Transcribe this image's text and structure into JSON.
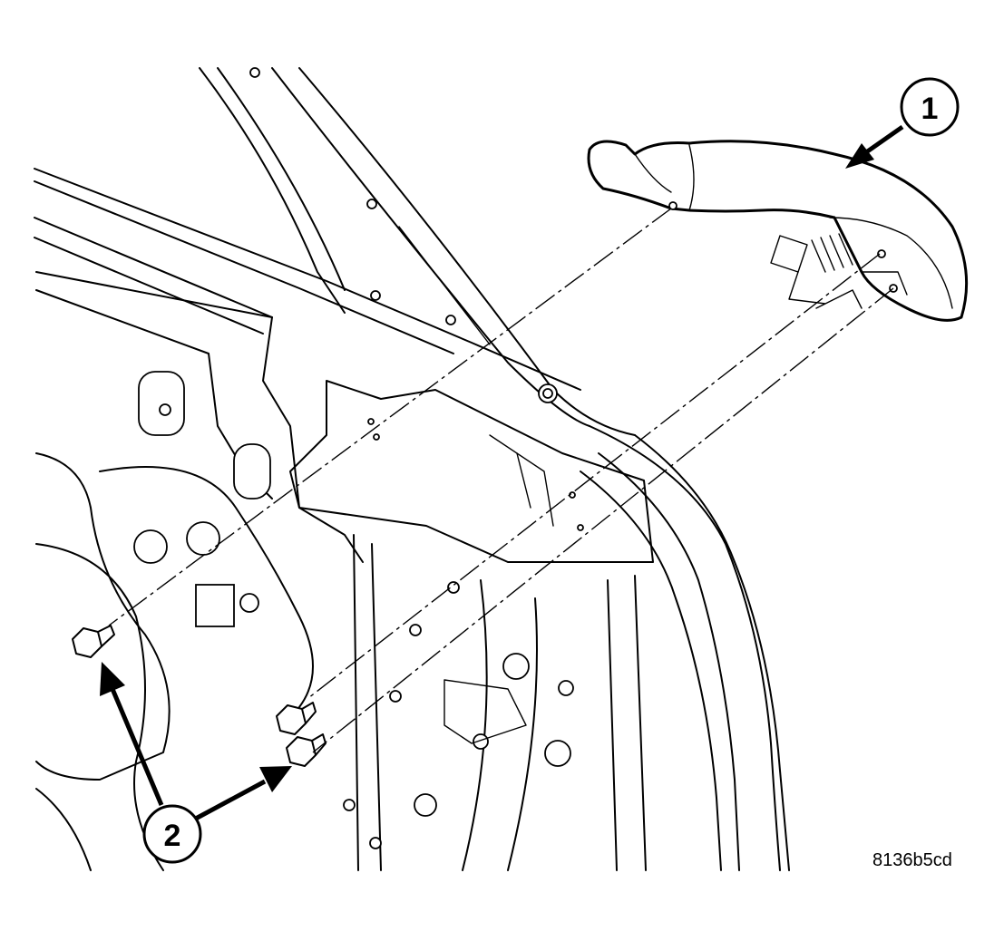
{
  "callouts": {
    "one": {
      "label": "1"
    },
    "two": {
      "label": "2"
    }
  },
  "reference_code": "8136b5cd",
  "colors": {
    "line": "#000000",
    "background": "#ffffff"
  }
}
